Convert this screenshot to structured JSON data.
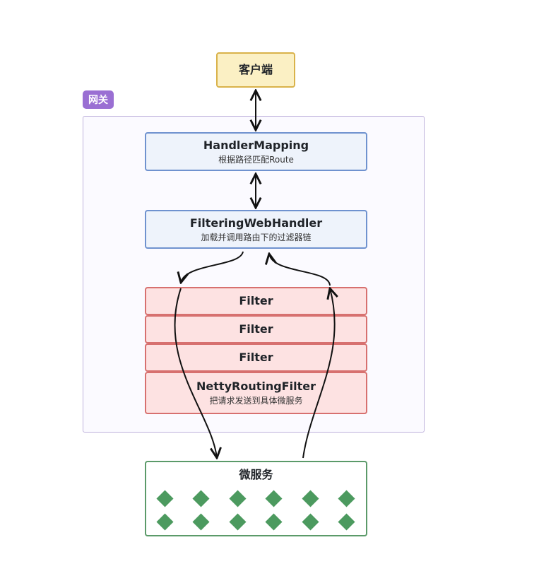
{
  "client": {
    "label": "客户端"
  },
  "gateway": {
    "label": "网关"
  },
  "handler_mapping": {
    "title": "HandlerMapping",
    "subtitle": "根据路径匹配Route"
  },
  "filtering_web_handler": {
    "title": "FilteringWebHandler",
    "subtitle": "加载并调用路由下的过滤器链"
  },
  "filters": [
    "Filter",
    "Filter",
    "Filter"
  ],
  "netty_routing_filter": {
    "title": "NettyRoutingFilter",
    "subtitle": "把请求发送到具体微服务"
  },
  "microservices": {
    "title": "微服务",
    "instance_count": 12
  },
  "colors": {
    "client_fill": "#fbf0c4",
    "client_border": "#d9b24a",
    "gateway_tag": "#9a6fd3",
    "gateway_border": "#bfb2dc",
    "handler_fill": "#eef3fb",
    "handler_border": "#6f92cf",
    "filter_fill": "#fde2e2",
    "filter_border": "#d7706f",
    "service_border": "#5b9a69",
    "service_node": "#4c9a5f"
  }
}
